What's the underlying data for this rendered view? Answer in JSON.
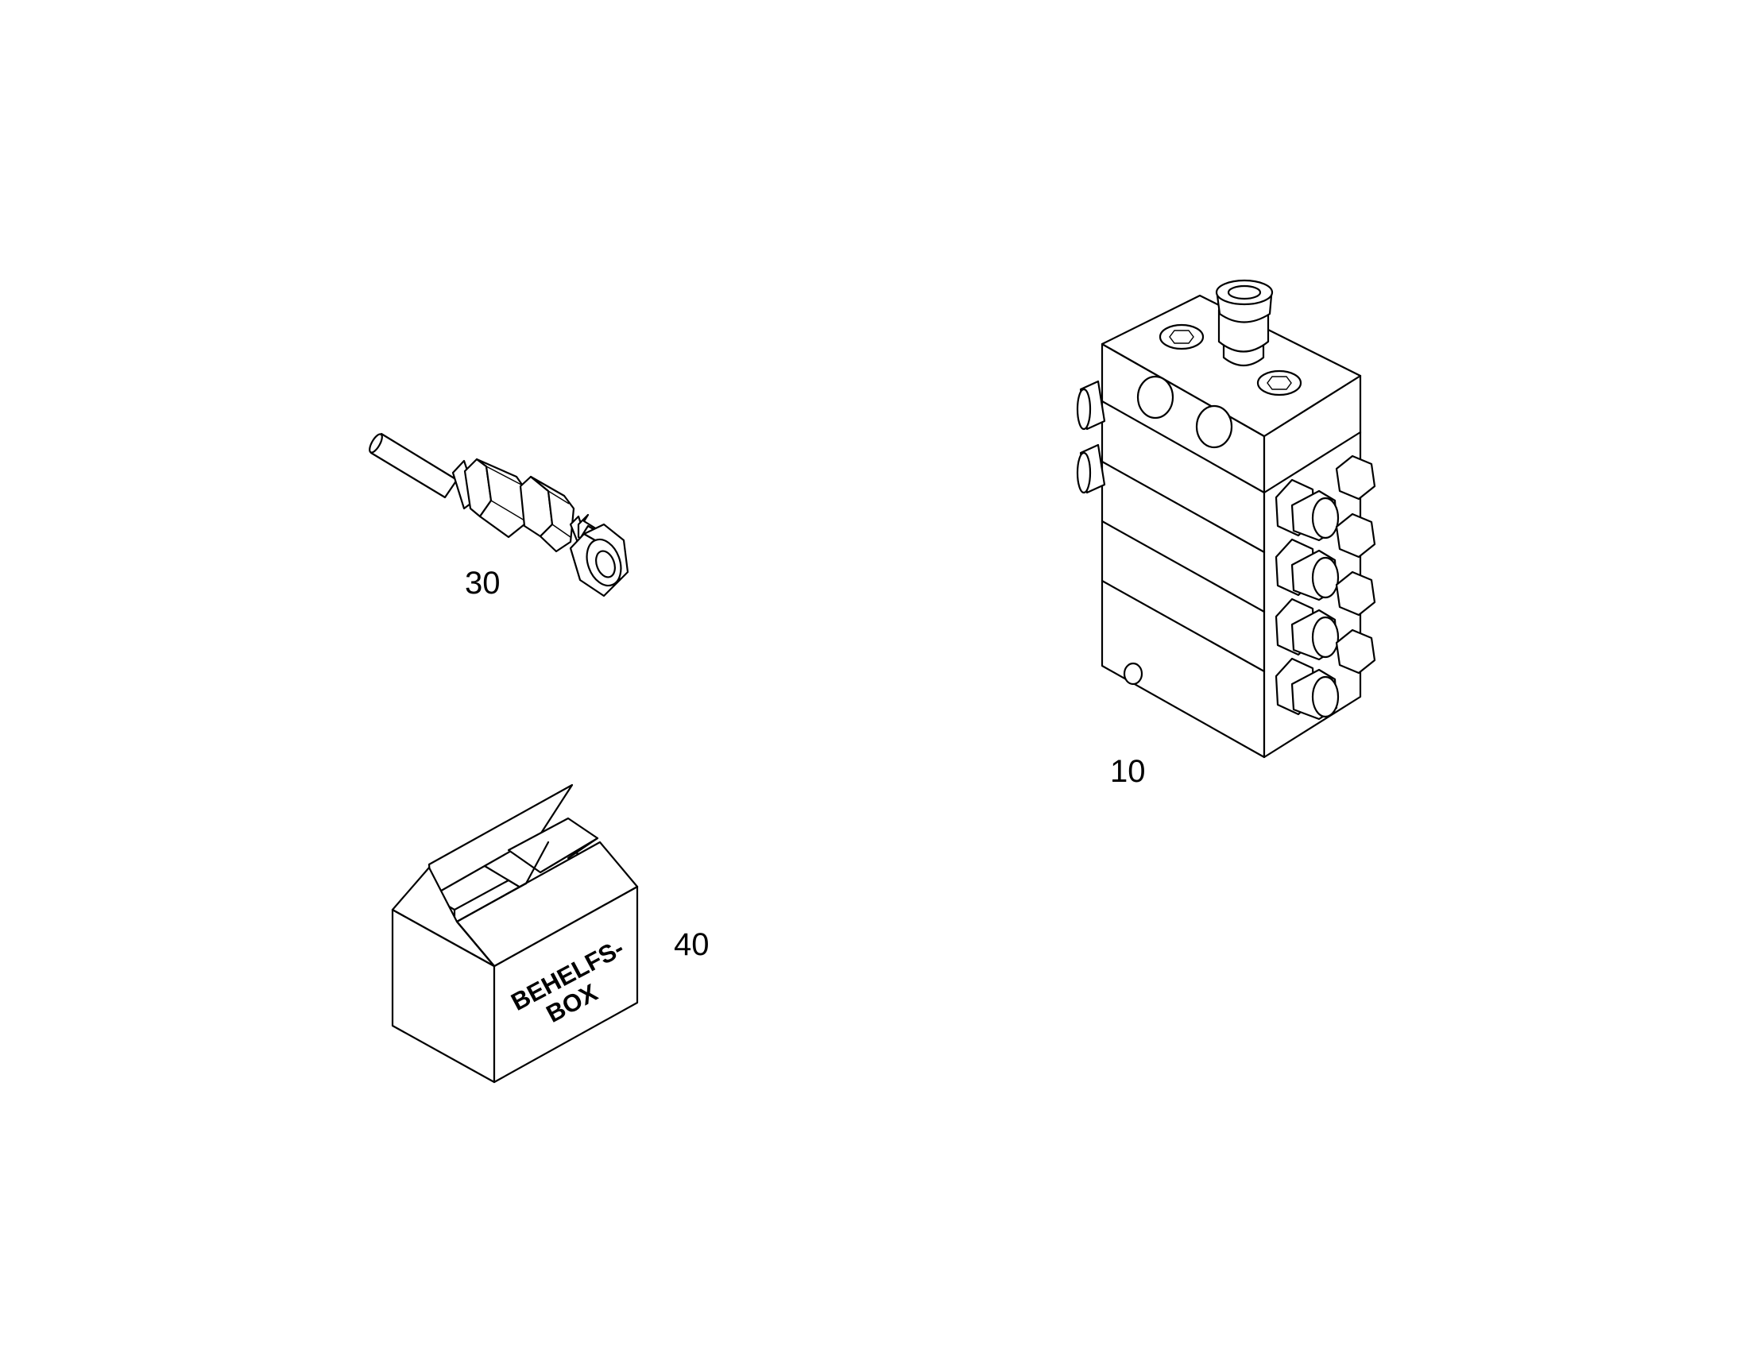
{
  "diagram": {
    "parts": [
      {
        "id": "10",
        "label": "10",
        "icon": "distributor-block-icon"
      },
      {
        "id": "30",
        "label": "30",
        "icon": "pipe-fitting-icon"
      },
      {
        "id": "40",
        "label": "40",
        "icon": "cardboard-box-icon"
      }
    ],
    "box_print": {
      "line1": "BEHELFS-",
      "line2": "BOX"
    }
  }
}
